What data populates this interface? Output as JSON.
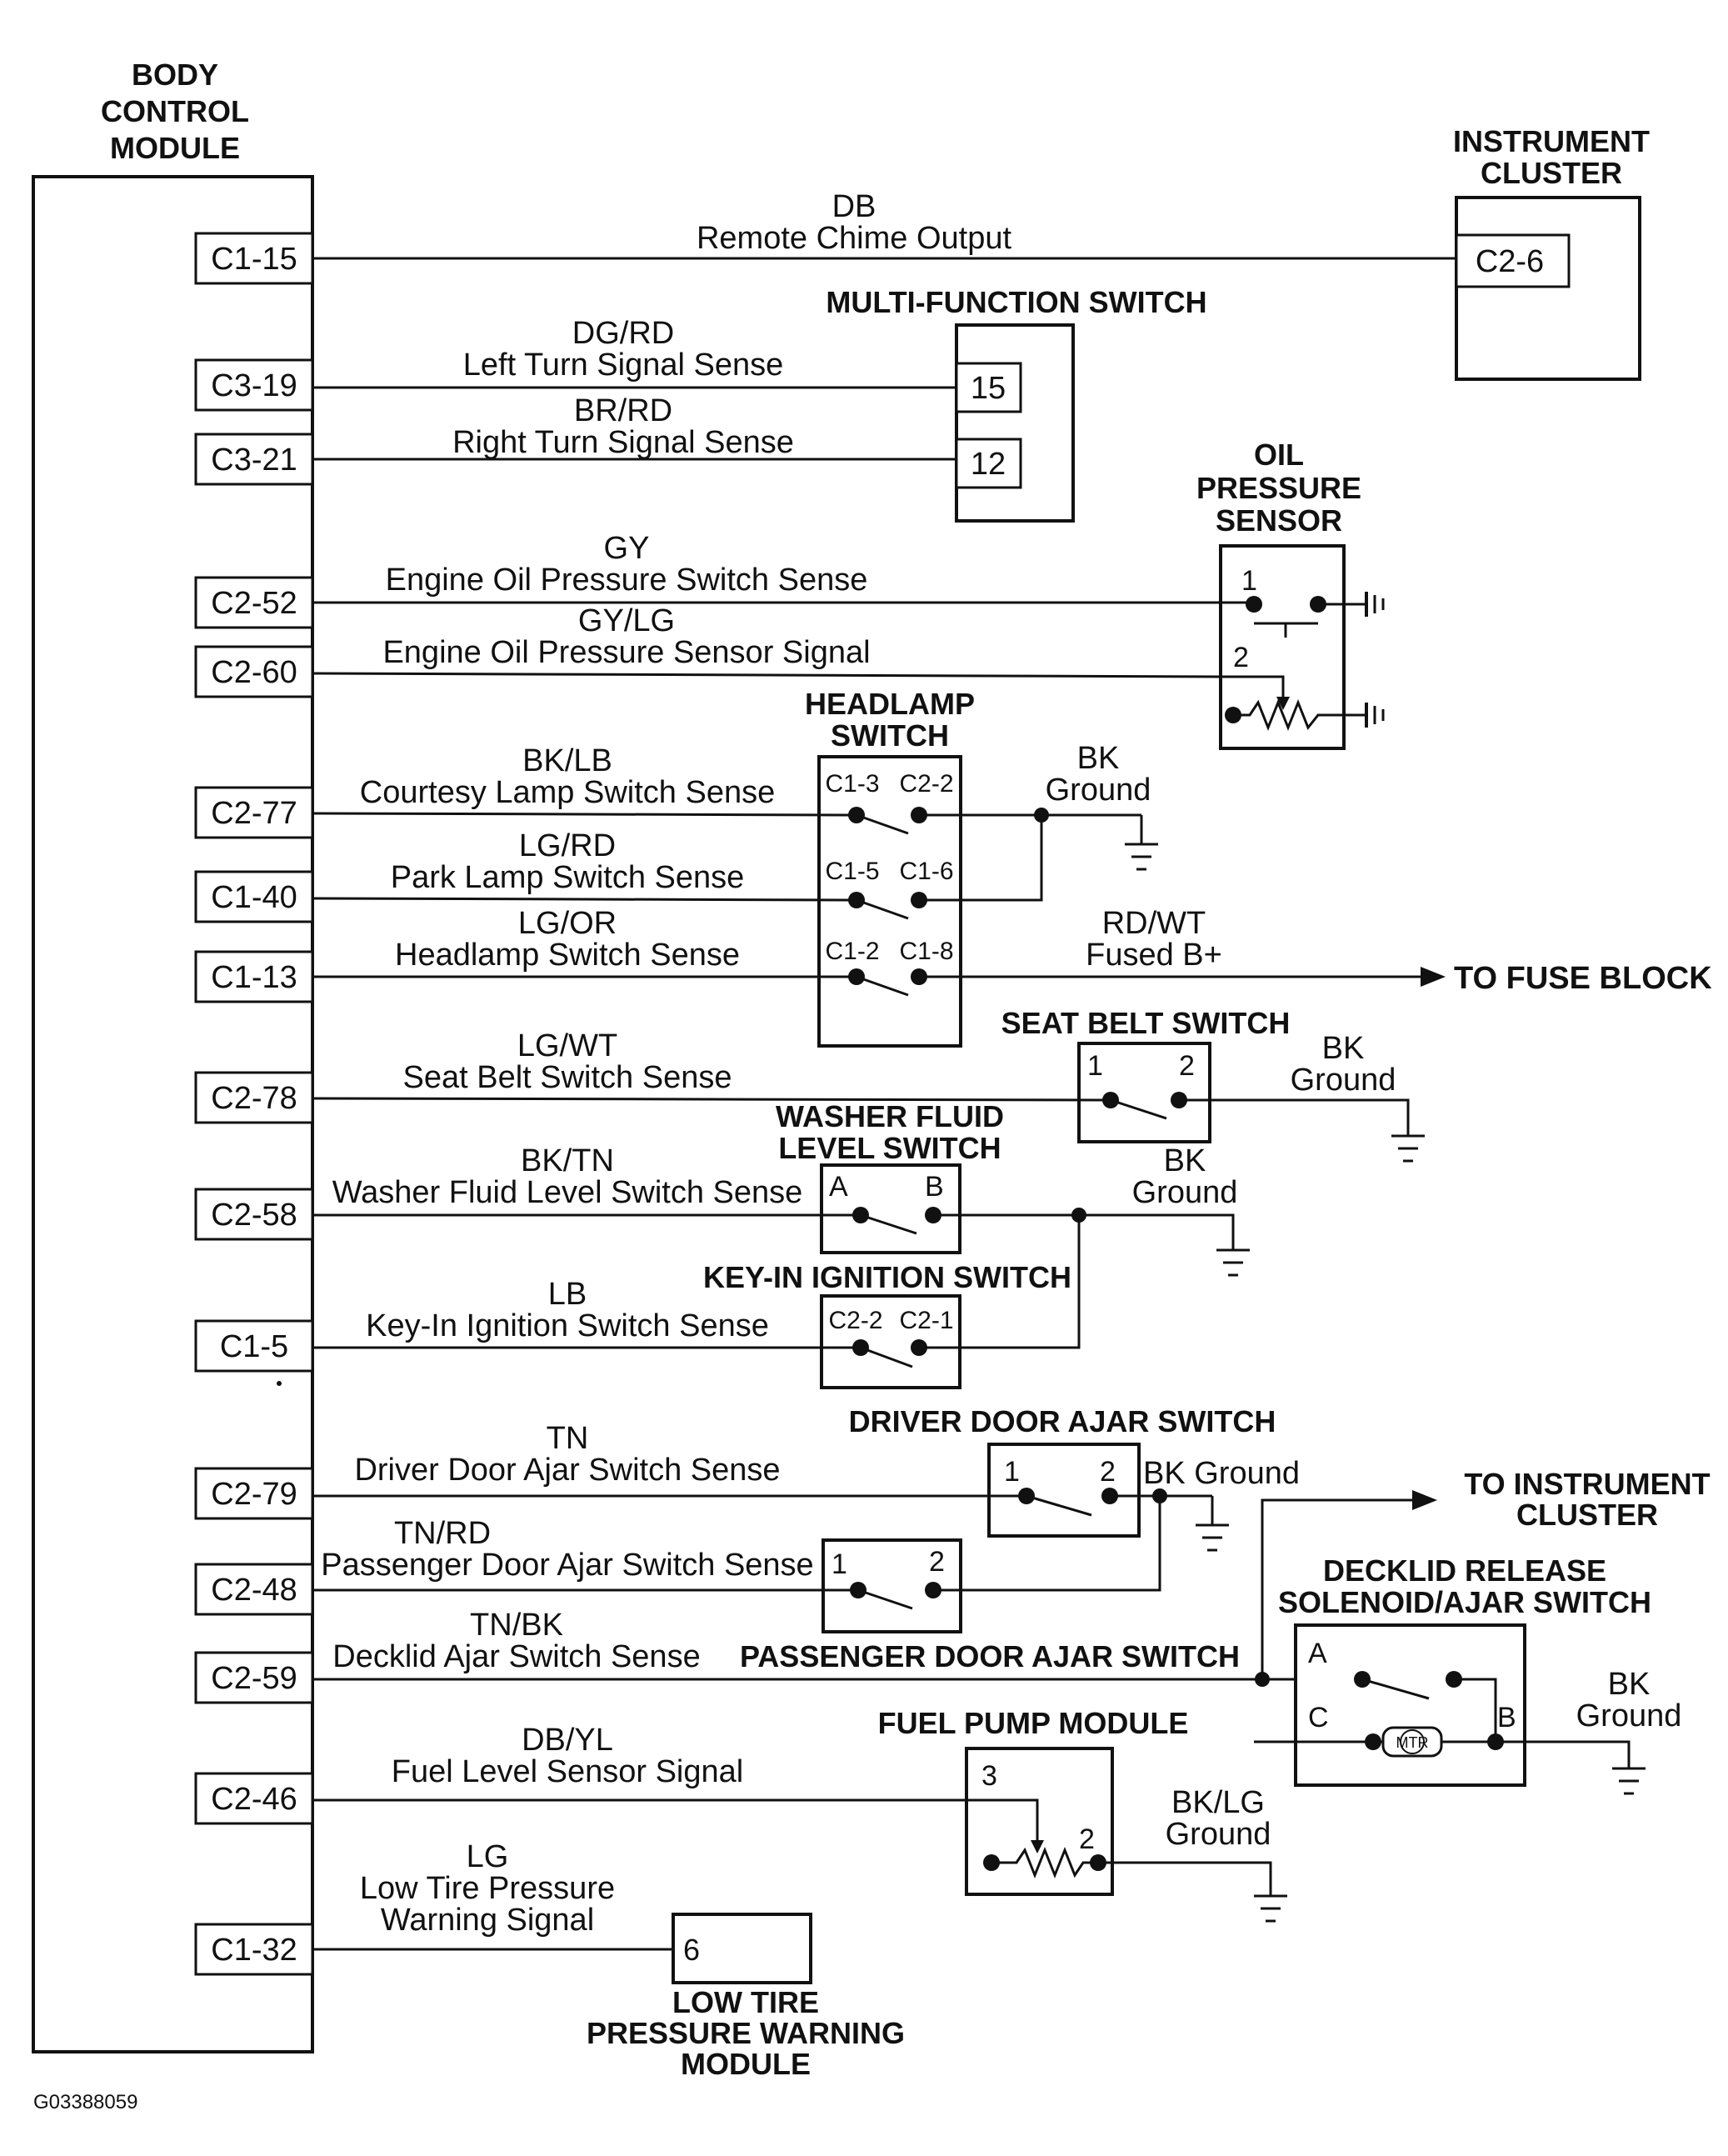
{
  "bcm": {
    "title_lines": [
      "BODY",
      "CONTROL",
      "MODULE"
    ],
    "pins": [
      "C1-15",
      "C3-19",
      "C3-21",
      "C2-52",
      "C2-60",
      "C2-77",
      "C1-40",
      "C1-13",
      "C2-78",
      "C2-58",
      "C1-5",
      "C2-79",
      "C2-48",
      "C2-59",
      "C2-46",
      "C1-32"
    ]
  },
  "wires": [
    {
      "color": "DB",
      "name": "Remote Chime Output"
    },
    {
      "color": "DG/RD",
      "name": "Left Turn Signal Sense"
    },
    {
      "color": "BR/RD",
      "name": "Right Turn Signal Sense"
    },
    {
      "color": "GY",
      "name": "Engine Oil Pressure Switch Sense"
    },
    {
      "color": "GY/LG",
      "name": "Engine Oil Pressure Sensor Signal"
    },
    {
      "color": "BK/LB",
      "name": "Courtesy Lamp Switch Sense"
    },
    {
      "color": "LG/RD",
      "name": "Park Lamp Switch Sense"
    },
    {
      "color": "LG/OR",
      "name": "Headlamp Switch Sense"
    },
    {
      "color": "LG/WT",
      "name": "Seat Belt Switch Sense"
    },
    {
      "color": "BK/TN",
      "name": "Washer Fluid Level Switch Sense"
    },
    {
      "color": "LB",
      "name": "Key-In Ignition Switch Sense"
    },
    {
      "color": "TN",
      "name": "Driver Door Ajar Switch Sense"
    },
    {
      "color": "TN/RD",
      "name": "Passenger Door Ajar Switch Sense"
    },
    {
      "color": "TN/BK",
      "name": "Decklid Ajar Switch Sense"
    },
    {
      "color": "DB/YL",
      "name": "Fuel Level Sensor Signal"
    },
    {
      "color": "LG",
      "name_lines": [
        "Low Tire Pressure",
        "Warning Signal"
      ]
    }
  ],
  "components": {
    "instrument_cluster": {
      "title_lines": [
        "INSTRUMENT",
        "CLUSTER"
      ],
      "pin": "C2-6"
    },
    "multi_function_switch": {
      "title": "MULTI-FUNCTION SWITCH",
      "pins": [
        "15",
        "12"
      ]
    },
    "oil_pressure_sensor": {
      "title_lines": [
        "OIL",
        "PRESSURE",
        "SENSOR"
      ],
      "pins": [
        "1",
        "2"
      ]
    },
    "headlamp_switch": {
      "title_lines": [
        "HEADLAMP",
        "SWITCH"
      ],
      "pins": [
        "C1-3",
        "C2-2",
        "C1-5",
        "C1-6",
        "C1-2",
        "C1-8"
      ]
    },
    "seat_belt_switch": {
      "title": "SEAT BELT SWITCH",
      "pins": [
        "1",
        "2"
      ]
    },
    "washer_fluid_level_switch": {
      "title_lines": [
        "WASHER FLUID",
        "LEVEL SWITCH"
      ],
      "pins": [
        "A",
        "B"
      ]
    },
    "key_in_ignition_switch": {
      "title": "KEY-IN IGNITION SWITCH",
      "pins": [
        "C2-2",
        "C2-1"
      ]
    },
    "driver_door_ajar_switch": {
      "title": "DRIVER DOOR AJAR SWITCH",
      "pins": [
        "1",
        "2"
      ]
    },
    "passenger_door_ajar_switch": {
      "title": "PASSENGER DOOR AJAR SWITCH",
      "pins": [
        "1",
        "2"
      ]
    },
    "decklid_release": {
      "title_lines": [
        "DECKLID RELEASE",
        "SOLENOID/AJAR SWITCH"
      ],
      "pins": [
        "A",
        "C",
        "B"
      ],
      "motor": "MTR"
    },
    "fuel_pump_module": {
      "title": "FUEL PUMP MODULE",
      "pins": [
        "3",
        "2"
      ]
    },
    "low_tire_pressure_module": {
      "title_lines": [
        "LOW TIRE",
        "PRESSURE WARNING",
        "MODULE"
      ],
      "pin": "6"
    }
  },
  "grounds": {
    "headlamp": {
      "color": "BK",
      "label": "Ground"
    },
    "seat_belt": {
      "color": "BK",
      "label": "Ground"
    },
    "washer": {
      "color": "BK",
      "label": "Ground"
    },
    "door_ajar": {
      "text": "BK Ground"
    },
    "decklid": {
      "color": "BK",
      "label": "Ground"
    },
    "fuel_pump": {
      "color": "BK/LG",
      "label": "Ground"
    }
  },
  "fused_b": {
    "color": "RD/WT",
    "label": "Fused B+"
  },
  "destinations": {
    "fuse_block": "TO FUSE BLOCK",
    "instrument_cluster_lines": [
      "TO INSTRUMENT",
      "CLUSTER"
    ]
  },
  "figure_id": "G03388059"
}
